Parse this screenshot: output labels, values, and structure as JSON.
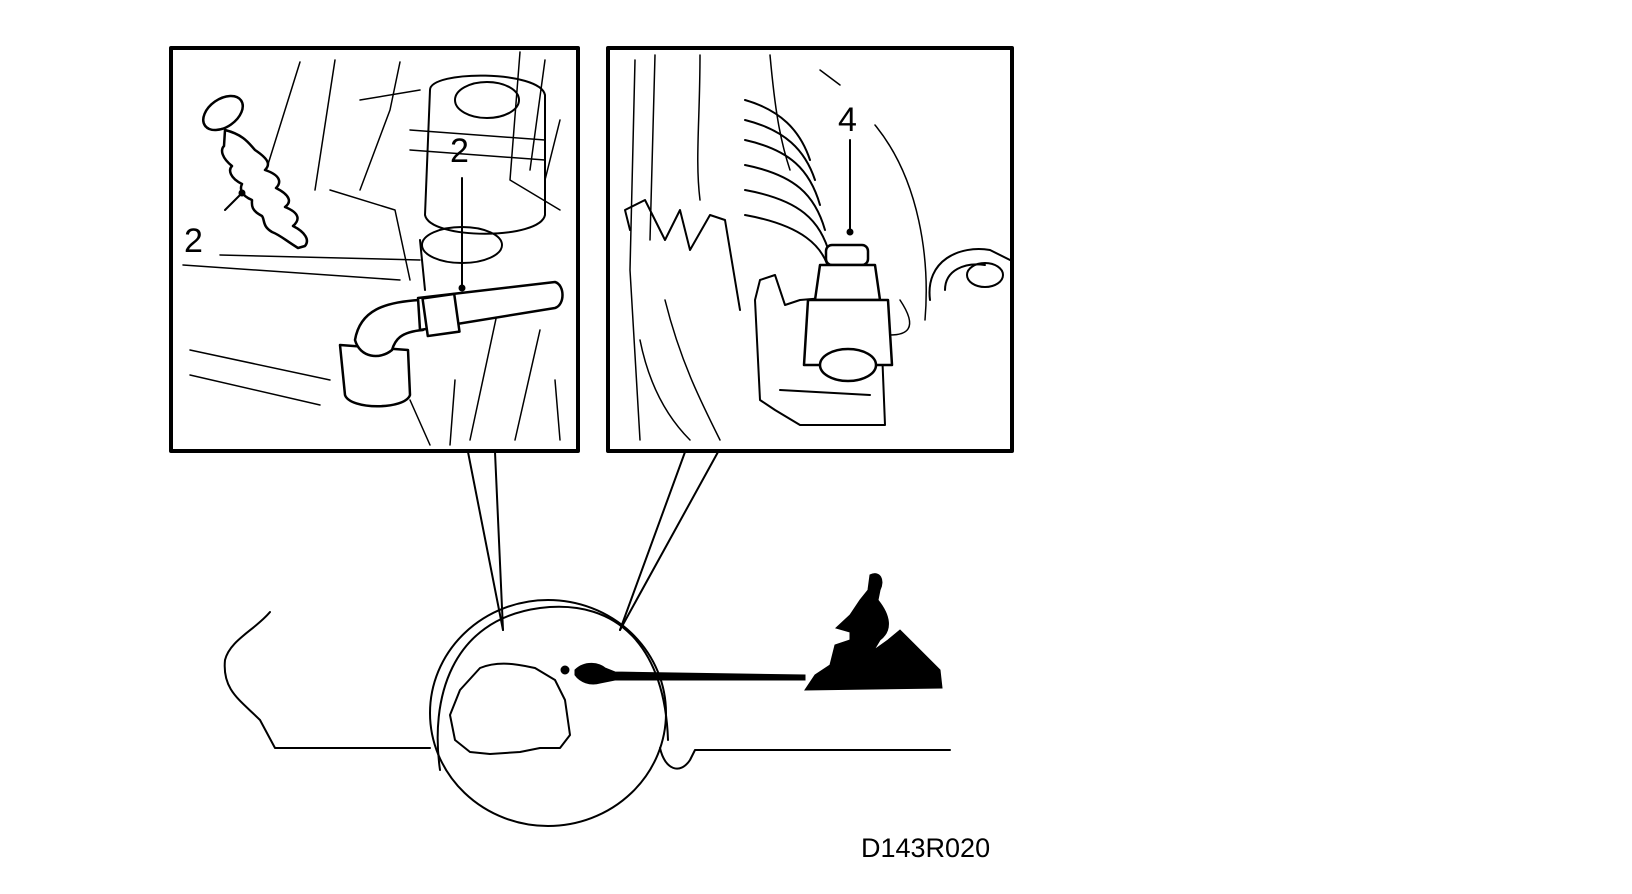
{
  "figure": {
    "code": "D143R020",
    "left_inset": {
      "callouts": [
        "2",
        "2"
      ]
    },
    "right_inset": {
      "callouts": [
        "4"
      ]
    }
  }
}
